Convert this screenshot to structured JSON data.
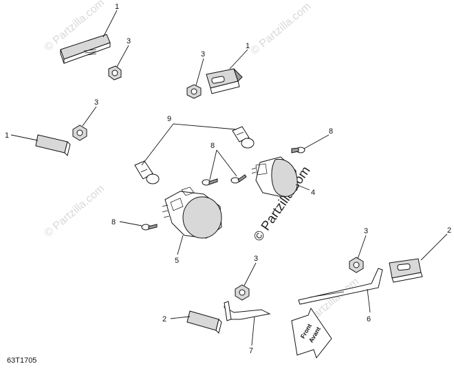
{
  "diagram": {
    "code": "63T1705",
    "watermark": "© Partzilla.com",
    "arrow_text_1": "Front",
    "arrow_text_2": "Avant",
    "callouts": {
      "c1a": "1",
      "c1b": "1",
      "c1c": "1",
      "c2a": "2",
      "c2b": "2",
      "c3a": "3",
      "c3b": "3",
      "c3c": "3",
      "c3d": "3",
      "c3e": "3",
      "c4": "4",
      "c5": "5",
      "c6": "6",
      "c7": "7",
      "c8a": "8",
      "c8b": "8",
      "c8c": "8",
      "c9": "9"
    }
  }
}
